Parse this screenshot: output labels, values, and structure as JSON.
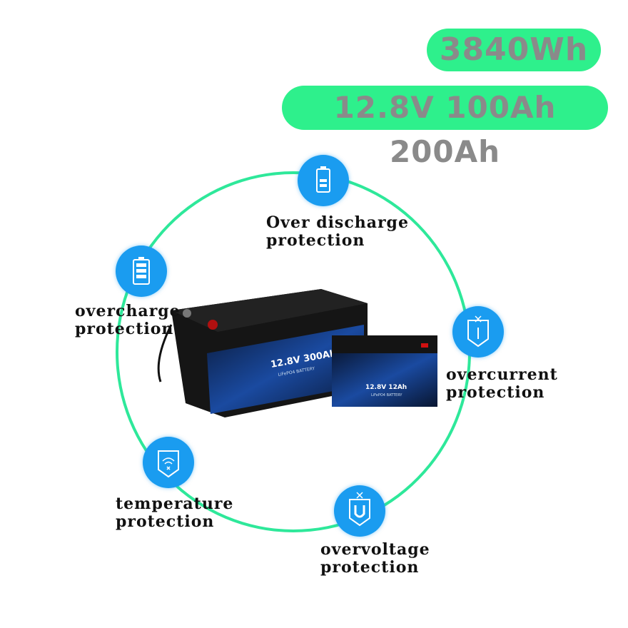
{
  "badges": {
    "capacity": "3840Wh",
    "specs": "12.8V 100Ah 200Ah"
  },
  "features": [
    {
      "line1": "Over discharge",
      "line2": "protection",
      "icon": "battery-discharge-icon"
    },
    {
      "line1": "overcharge",
      "line2": "protection",
      "icon": "battery-full-icon"
    },
    {
      "line1": "overcurrent",
      "line2": "protection",
      "icon": "current-shield-icon"
    },
    {
      "line1": "temperature",
      "line2": "protection",
      "icon": "temperature-shield-icon"
    },
    {
      "line1": "overvoltage",
      "line2": "protection",
      "icon": "voltage-shield-icon"
    }
  ],
  "products": {
    "large": {
      "model": "12.8V 300Ah",
      "type": "LiFePO4 BATTERY"
    },
    "small": {
      "model": "12.8V 12Ah",
      "type": "LiFePO4 BATTERY"
    }
  },
  "colors": {
    "accent": "#2ef08c",
    "ring": "#2ee89a",
    "icon": "#1a9cf0"
  }
}
